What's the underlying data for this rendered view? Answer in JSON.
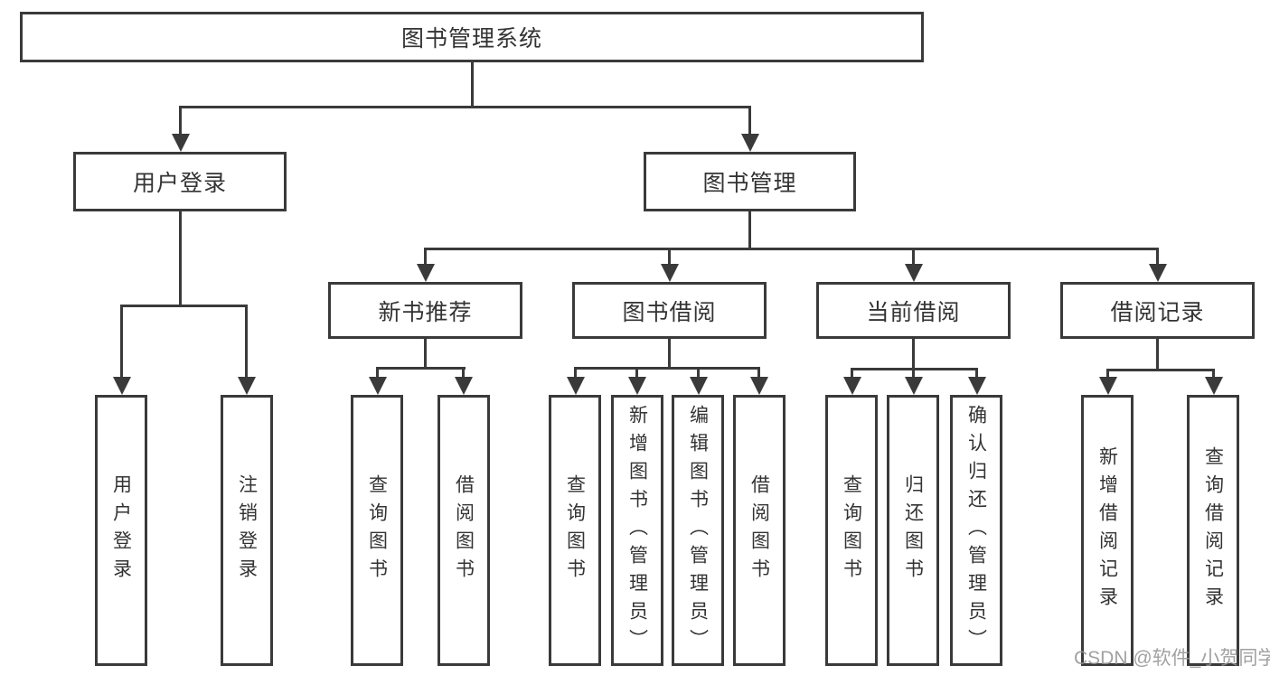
{
  "diagram": {
    "type": "tree",
    "description": "Library management system functional structure chart"
  },
  "colors": {
    "line": "#3a3a3a",
    "box_border": "#3a3a3a",
    "text": "#333333",
    "background": "#ffffff",
    "watermark": "#949494"
  },
  "watermark": {
    "text": "CSDN @软件_小贺同学"
  },
  "nodes": {
    "root": {
      "label": "图书管理系统"
    },
    "user_login": {
      "label": "用户登录"
    },
    "book_management": {
      "label": "图书管理"
    },
    "user_login_leaf": {
      "label": "用户登录"
    },
    "logout_leaf": {
      "label": "注销登录"
    },
    "new_book_recommend": {
      "label": "新书推荐"
    },
    "book_borrowing": {
      "label": "图书借阅"
    },
    "current_borrowing": {
      "label": "当前借阅"
    },
    "borrowing_records": {
      "label": "借阅记录"
    },
    "nbr_query_books": {
      "label": "查询图书"
    },
    "nbr_borrow_books": {
      "label": "借阅图书"
    },
    "bb_query_books": {
      "label": "查询图书"
    },
    "bb_add_books_admin": {
      "label": "新增图书（管理员）"
    },
    "bb_edit_books_admin": {
      "label": "编辑图书（管理员）"
    },
    "bb_borrow_books": {
      "label": "借阅图书"
    },
    "cb_query_books": {
      "label": "查询图书"
    },
    "cb_return_books": {
      "label": "归还图书"
    },
    "cb_confirm_return_admin": {
      "label": "确认归还（管理员）"
    },
    "br_add_record": {
      "label": "新增借阅记录"
    },
    "br_query_record": {
      "label": "查询借阅记录"
    }
  }
}
